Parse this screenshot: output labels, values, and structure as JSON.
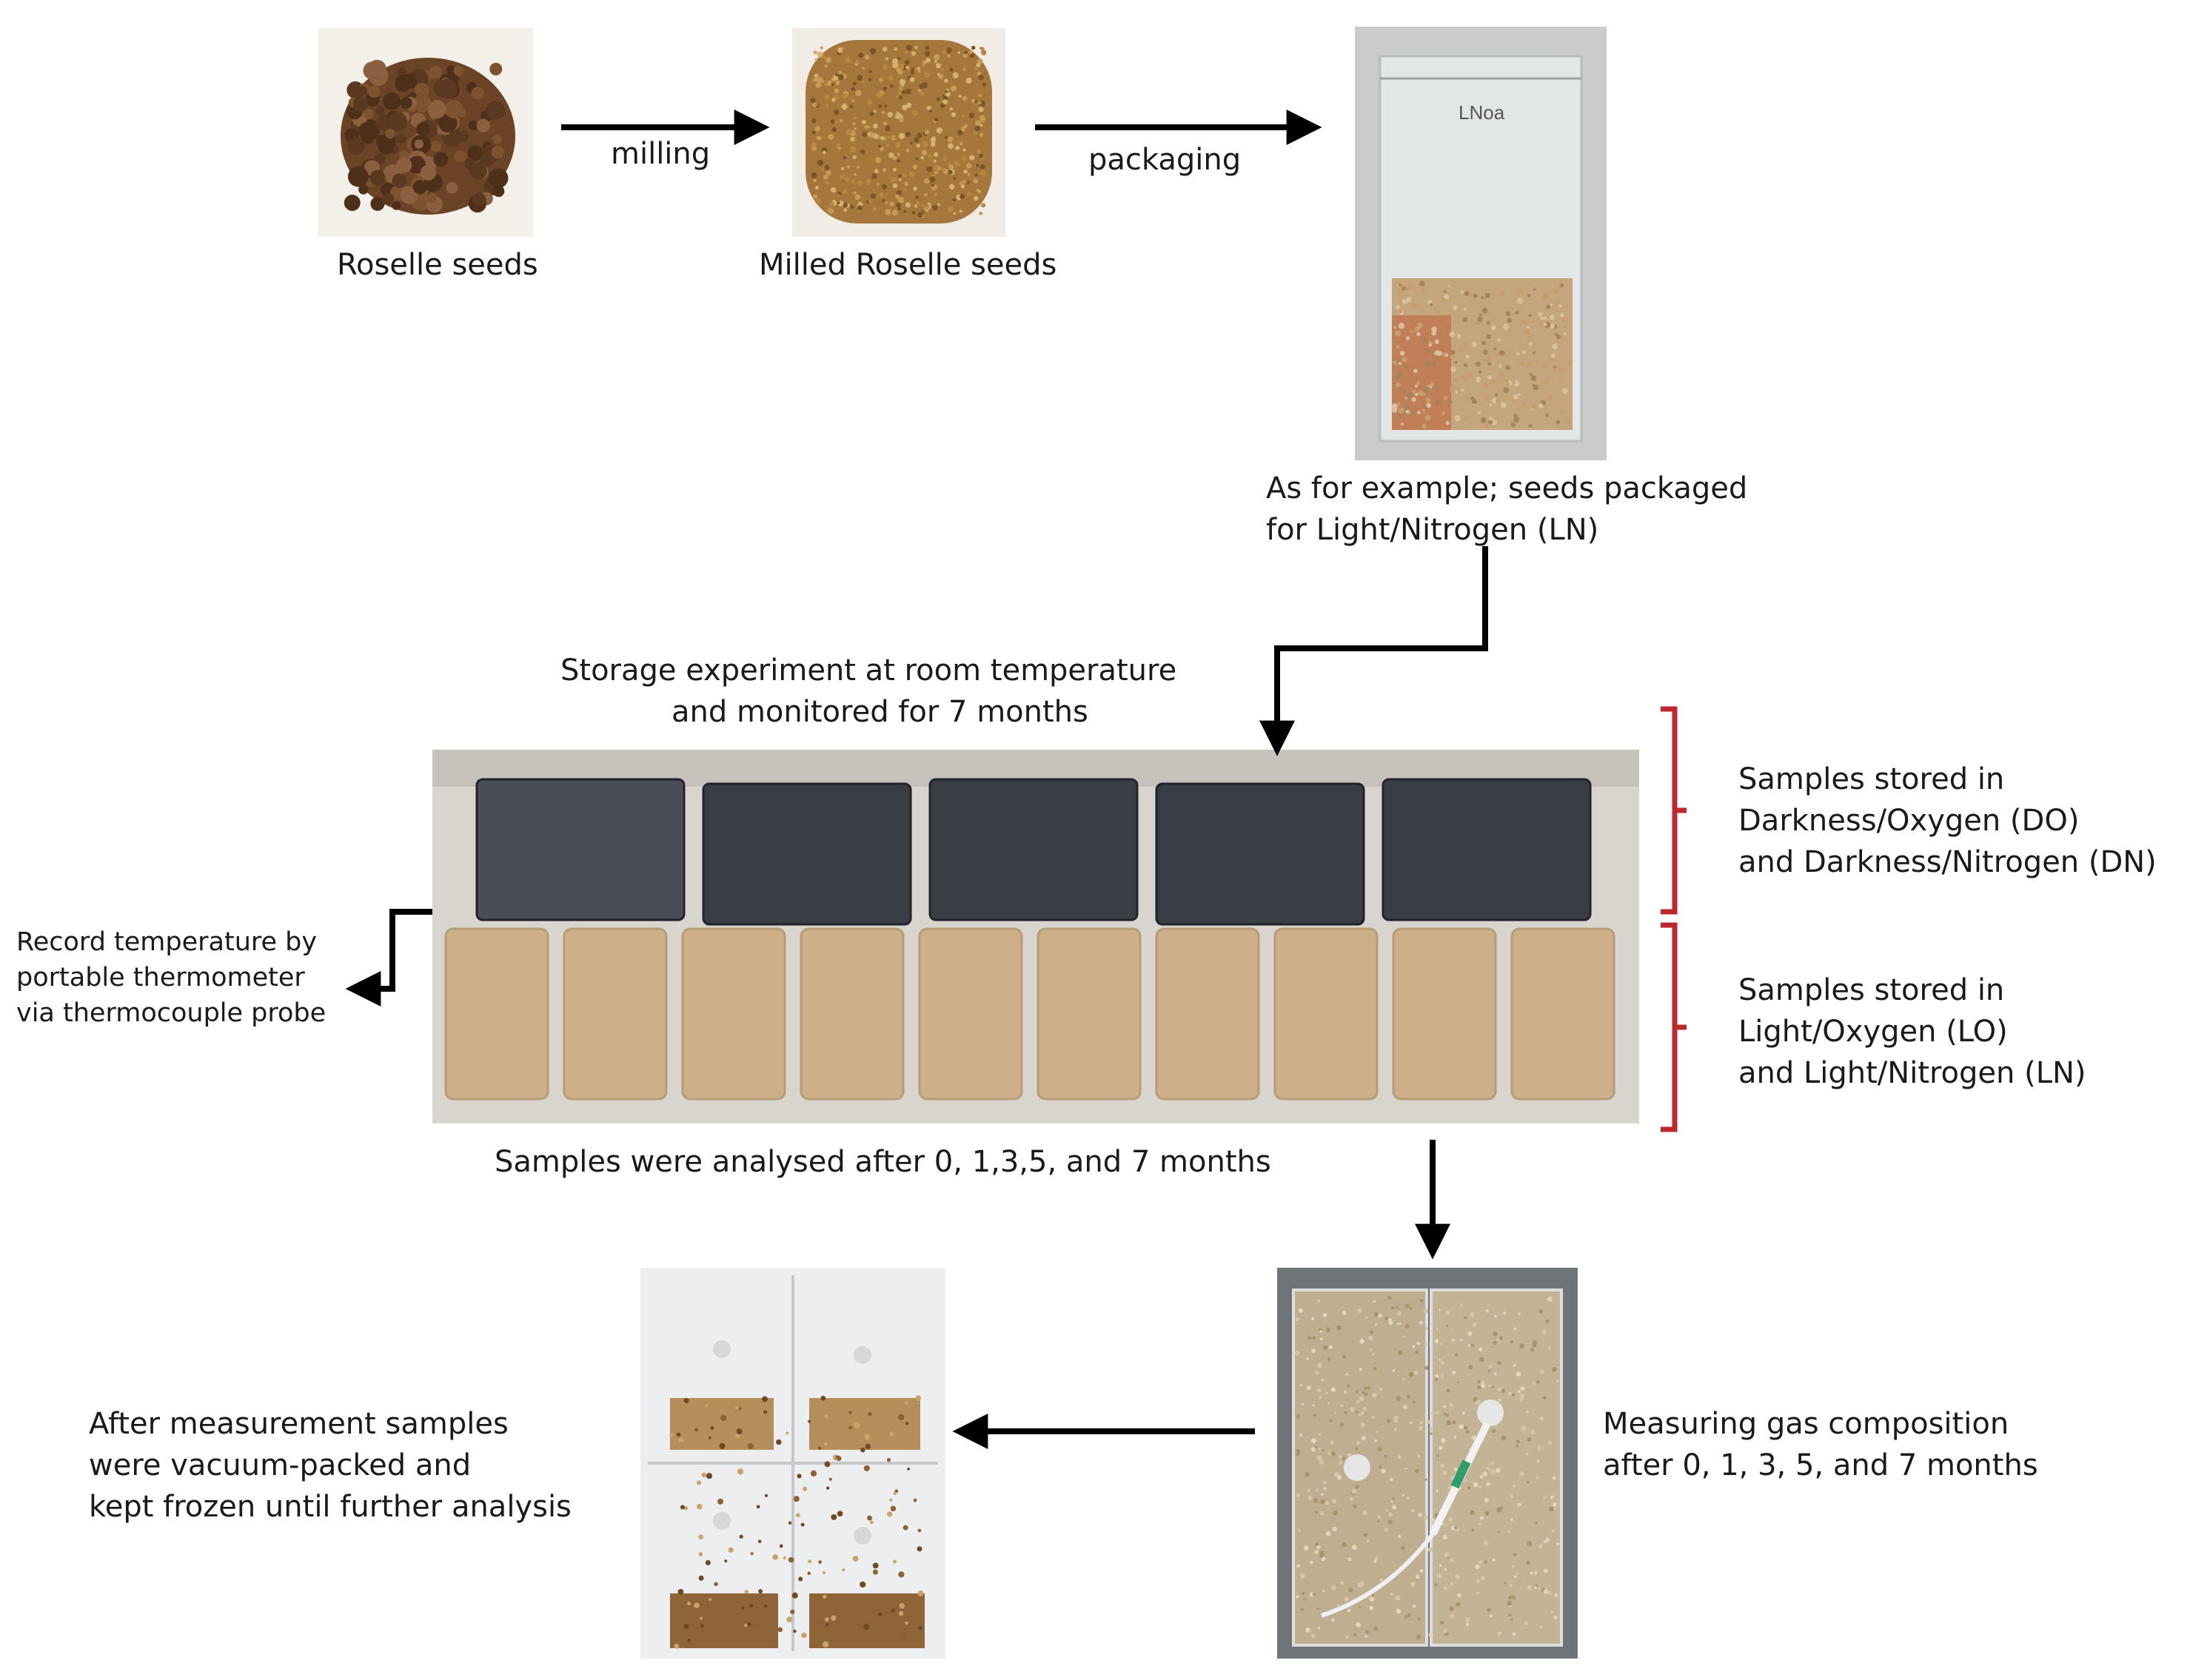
{
  "steps": {
    "seeds": "Roselle seeds",
    "milling": "milling",
    "milled": "Milled Roselle seeds",
    "packaging": "packaging",
    "example_line1": "As for example; seeds packaged",
    "example_line2": "for Light/Nitrogen (LN)",
    "storage_line1": "Storage experiment at room temperature",
    "storage_line2": "and monitored for 7 months",
    "record_line1": "Record temperature  by",
    "record_line2": "portable thermometer",
    "record_line3": "via thermocouple  probe",
    "dark_line1": "Samples stored in",
    "dark_line2": "Darkness/Oxygen  (DO)",
    "dark_line3": "and Darkness/Nitrogen (DN)",
    "light_line1": "Samples stored in",
    "light_line2": "Light/Oxygen (LO)",
    "light_line3": "and Light/Nitrogen (LN)",
    "analysed": "Samples were analysed after 0, 1,3,5, and 7 months",
    "gas_line1": "Measuring gas composition",
    "gas_line2": "after 0, 1, 3, 5, and 7 months",
    "after_line1": "After measurement samples",
    "after_line2": "were vacuum-packed and",
    "after_line3": "kept frozen until further analysis"
  },
  "bag_label": "LNoa",
  "colors": {
    "arrow": "#000000",
    "bracket": "#c0272d",
    "seed": "#6b4326",
    "milled": "#a5773d",
    "dark_bag": "#3a3d44",
    "light_bag": "#cdb08a"
  }
}
